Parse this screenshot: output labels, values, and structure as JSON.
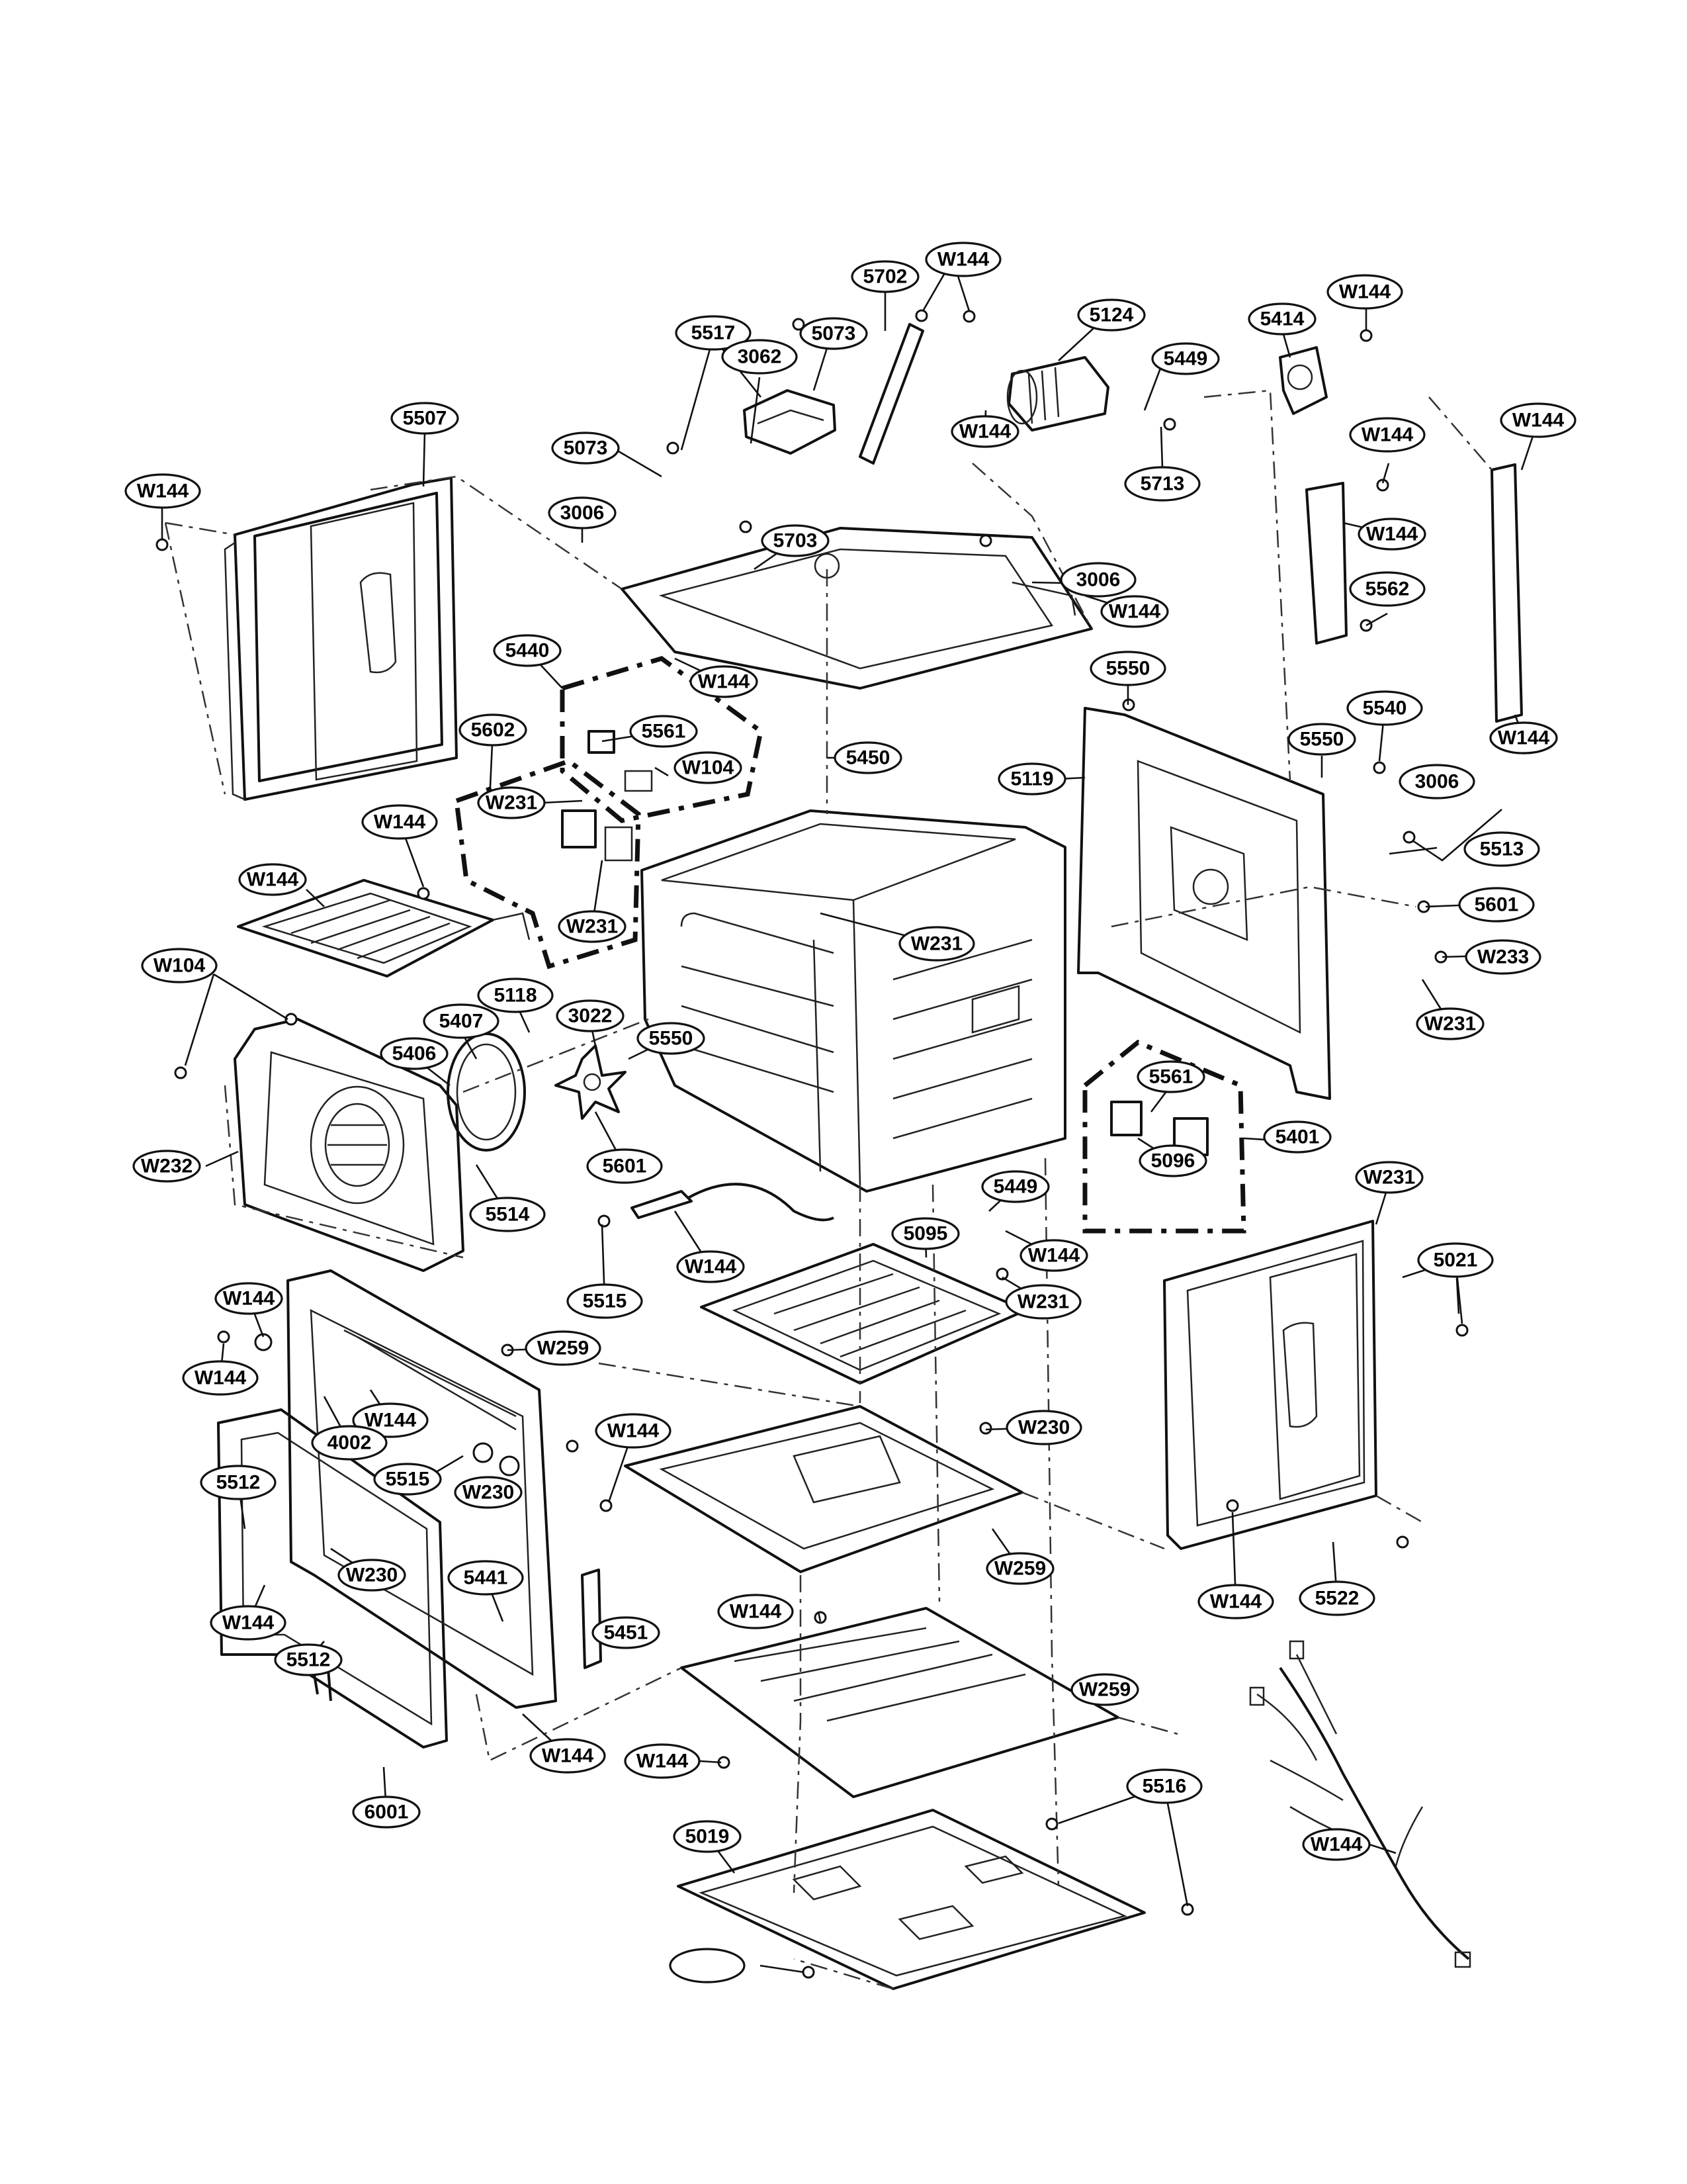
{
  "diagram": {
    "callouts": [
      {
        "label": "W144"
      },
      {
        "label": "5702"
      },
      {
        "label": "5124"
      },
      {
        "label": "5414"
      },
      {
        "label": "W144"
      },
      {
        "label": "W144"
      },
      {
        "label": "5517"
      },
      {
        "label": "5073"
      },
      {
        "label": "5449"
      },
      {
        "label": "5507"
      },
      {
        "label": "5073"
      },
      {
        "label": "W144"
      },
      {
        "label": "W144"
      },
      {
        "label": "5713"
      },
      {
        "label": "W144"
      },
      {
        "label": "W144"
      },
      {
        "label": "3062"
      },
      {
        "label": "3006"
      },
      {
        "label": "5703"
      },
      {
        "label": "W144"
      },
      {
        "label": "3006"
      },
      {
        "label": "W144"
      },
      {
        "label": "5562"
      },
      {
        "label": "5440"
      },
      {
        "label": "W144"
      },
      {
        "label": "5550"
      },
      {
        "label": "5561"
      },
      {
        "label": "5602"
      },
      {
        "label": "W104"
      },
      {
        "label": "5540"
      },
      {
        "label": "5450"
      },
      {
        "label": "5119"
      },
      {
        "label": "5550"
      },
      {
        "label": "W231"
      },
      {
        "label": "W144"
      },
      {
        "label": "3006"
      },
      {
        "label": "5513"
      },
      {
        "label": "W144"
      },
      {
        "label": "5601"
      },
      {
        "label": "W231"
      },
      {
        "label": "W231"
      },
      {
        "label": "W104"
      },
      {
        "label": "W233"
      },
      {
        "label": "5118"
      },
      {
        "label": "W231"
      },
      {
        "label": "5407"
      },
      {
        "label": "3022"
      },
      {
        "label": "5406"
      },
      {
        "label": "5550"
      },
      {
        "label": "5561"
      },
      {
        "label": "5401"
      },
      {
        "label": "W232"
      },
      {
        "label": "5601"
      },
      {
        "label": "5096"
      },
      {
        "label": "5449"
      },
      {
        "label": "W231"
      },
      {
        "label": "5514"
      },
      {
        "label": "5095"
      },
      {
        "label": "W144"
      },
      {
        "label": "5021"
      },
      {
        "label": "W144"
      },
      {
        "label": "W231"
      },
      {
        "label": "5515"
      },
      {
        "label": "W144"
      },
      {
        "label": "W144"
      },
      {
        "label": "W259"
      },
      {
        "label": "W144"
      },
      {
        "label": "W144"
      },
      {
        "label": "W230"
      },
      {
        "label": "4002"
      },
      {
        "label": "5515"
      },
      {
        "label": "W230"
      },
      {
        "label": "5512"
      },
      {
        "label": "W230"
      },
      {
        "label": "5441"
      },
      {
        "label": "W259"
      },
      {
        "label": "W144"
      },
      {
        "label": "W144"
      },
      {
        "label": "W144"
      },
      {
        "label": "5522"
      },
      {
        "label": "5512"
      },
      {
        "label": "5451"
      },
      {
        "label": "W259"
      },
      {
        "label": "W144"
      },
      {
        "label": "W144"
      },
      {
        "label": "5516"
      },
      {
        "label": "6001"
      },
      {
        "label": "5019"
      },
      {
        "label": "W144"
      }
    ]
  }
}
